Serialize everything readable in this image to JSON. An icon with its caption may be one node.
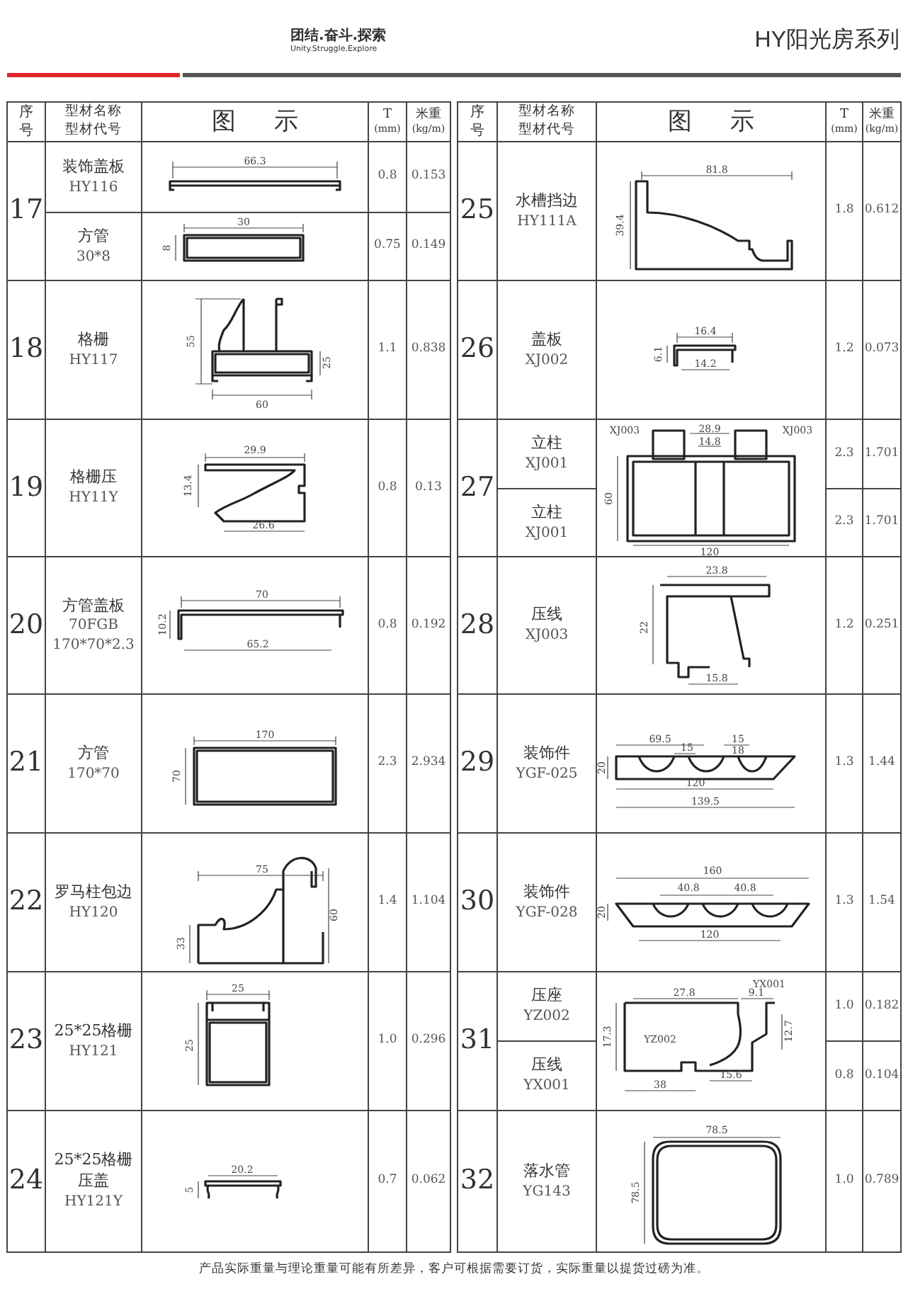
{
  "diagram": {
    "title": "HY阳光房系列",
    "caption": "产品实际重量与理论重量可能有所差异，客户可根据需要订货，实际重量以提货过磅为准。",
    "labels": [
      "团结.奋斗.探索",
      "Unity.Struggle.Explore",
      "序号",
      "型材名称",
      "型材代号",
      "图示",
      "T",
      "(mm)",
      "米重",
      "(kg/m)",
      "序号",
      "型材名称",
      "型材代号",
      "图示",
      "T",
      "(mm)",
      "米重",
      "(kg/m)",
      "17",
      "装饰盖板",
      "HY116",
      "66.3",
      "0.8",
      "0.153",
      "方管",
      "30*8",
      "30",
      "8",
      "0.75",
      "0.149",
      "25",
      "水槽挡边",
      "HY111A",
      "81.8",
      "39.4",
      "1.8",
      "0.612",
      "18",
      "格栅",
      "HY117",
      "55",
      "25",
      "60",
      "1.1",
      "0.838",
      "26",
      "盖板",
      "XJ002",
      "16.4",
      "6.1",
      "14.2",
      "1.2",
      "0.073",
      "19",
      "格栅压",
      "HY11Y",
      "29.9",
      "13.4",
      "26.6",
      "0.8",
      "0.13",
      "27",
      "立柱",
      "XJ001",
      "XJ003",
      "28.9",
      "XJ003",
      "14.8",
      "60",
      "120",
      "2.3",
      "1.701",
      "立柱",
      "XJ001",
      "2.3",
      "1.701",
      "20",
      "方管盖板",
      "70FGB",
      "170*70*2.3",
      "70",
      "10.2",
      "65.2",
      "0.8",
      "0.192",
      "28",
      "压线",
      "XJ003",
      "23.8",
      "22",
      "15.8",
      "1.2",
      "0.251",
      "21",
      "方管",
      "170*70",
      "170",
      "70",
      "2.3",
      "2.934",
      "29",
      "装饰件",
      "YGF-025",
      "69.5",
      "15",
      "15",
      "18",
      "20",
      "120",
      "139.5",
      "1.3",
      "1.44",
      "22",
      "罗马柱包边",
      "HY120",
      "75",
      "60",
      "33",
      "1.4",
      "1.104",
      "30",
      "装饰件",
      "YGF-028",
      "160",
      "40.8",
      "40.8",
      "20",
      "120",
      "1.3",
      "1.54",
      "23",
      "25*25格栅",
      "HY121",
      "25",
      "25",
      "1.0",
      "0.296",
      "31",
      "压座",
      "YZ002",
      "YX001",
      "27.8",
      "9.1",
      "17.3",
      "12.7",
      "YZ002",
      "38",
      "15.6",
      "1.0",
      "0.182",
      "压线",
      "YX001",
      "0.8",
      "0.104",
      "24",
      "25*25格栅压盖",
      "HY121Y",
      "20.2",
      "5",
      "0.7",
      "0.062",
      "32",
      "落水管",
      "YG143",
      "78.5",
      "78.5",
      "1.0",
      "0.789"
    ]
  }
}
